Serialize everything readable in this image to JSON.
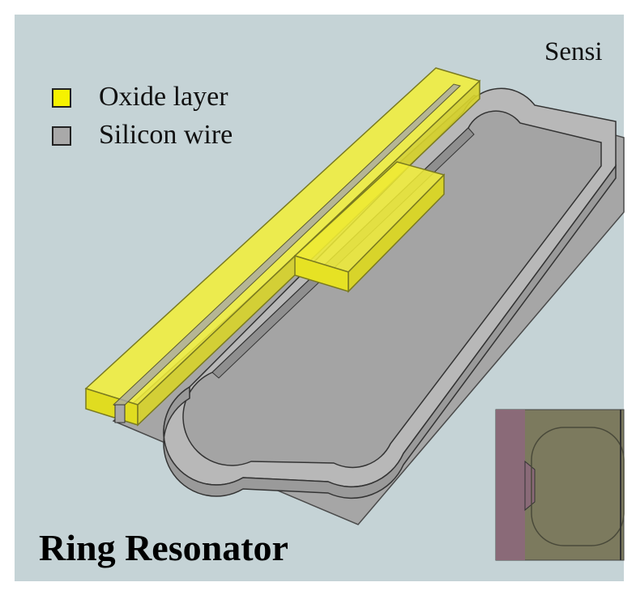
{
  "legend": {
    "items": [
      {
        "label": "Oxide layer",
        "color": "#f6f200"
      },
      {
        "label": "Silicon wire",
        "color": "#a9a9a9"
      }
    ]
  },
  "top_right_text": "Sensi",
  "title": "Ring Resonator",
  "colors": {
    "background": "#c5d3d6",
    "substrate": "#a0a0a0",
    "oxide": "#f2ee36",
    "inset_silicon": "#7c7a5e",
    "inset_oxide": "#8a6a78"
  }
}
